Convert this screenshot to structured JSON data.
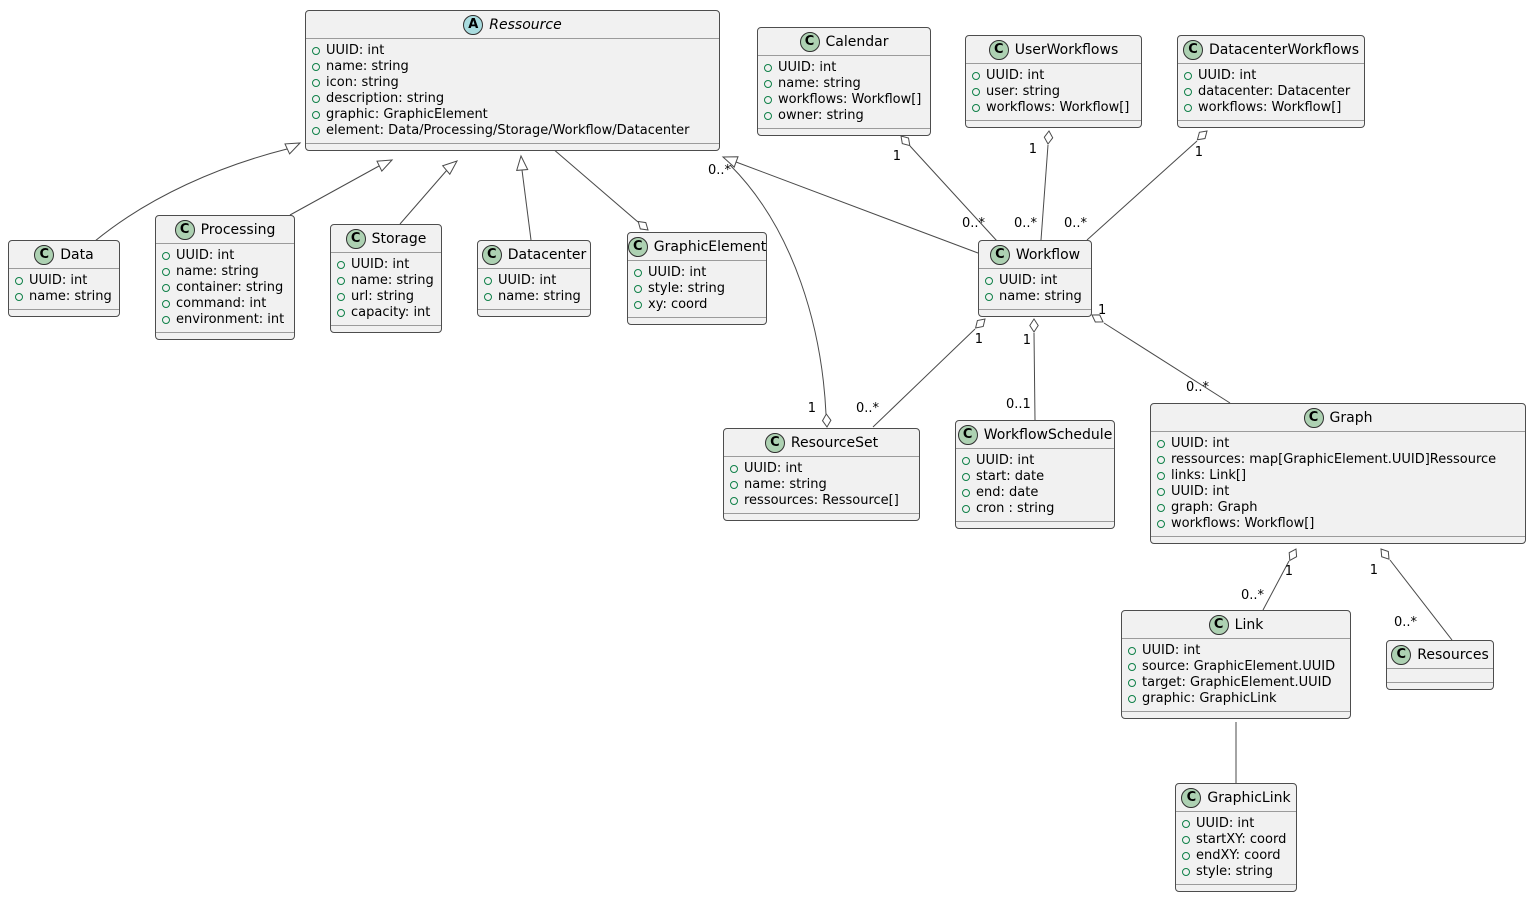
{
  "diagram": {
    "type": "uml-class-diagram"
  },
  "colors": {
    "background": "#ffffff",
    "box_fill": "#f1f1f1",
    "box_border": "#4d4d4d",
    "class_icon_fill": "#add1b2",
    "abstract_icon_fill": "#a9dcdf",
    "attribute_marker": "#0f8048",
    "line_color": "#4a4a4a",
    "text_color": "#000000"
  },
  "classes": [
    {
      "id": "ressource",
      "kind": "abstract",
      "icon_letter": "A",
      "name": "Ressource",
      "attributes": [
        "UUID: int",
        "name: string",
        "icon: string",
        "description: string",
        "graphic: GraphicElement",
        "element: Data/Processing/Storage/Workflow/Datacenter"
      ]
    },
    {
      "id": "calendar",
      "kind": "class",
      "icon_letter": "C",
      "name": "Calendar",
      "attributes": [
        "UUID: int",
        "name: string",
        "workflows: Workflow[]",
        "owner: string"
      ]
    },
    {
      "id": "userworkflows",
      "kind": "class",
      "icon_letter": "C",
      "name": "UserWorkflows",
      "attributes": [
        "UUID: int",
        "user: string",
        "workflows: Workflow[]"
      ]
    },
    {
      "id": "datacenterworkflows",
      "kind": "class",
      "icon_letter": "C",
      "name": "DatacenterWorkflows",
      "attributes": [
        "UUID: int",
        "datacenter: Datacenter",
        "workflows: Workflow[]"
      ]
    },
    {
      "id": "data",
      "kind": "class",
      "icon_letter": "C",
      "name": "Data",
      "attributes": [
        "UUID: int",
        "name: string"
      ]
    },
    {
      "id": "processing",
      "kind": "class",
      "icon_letter": "C",
      "name": "Processing",
      "attributes": [
        "UUID: int",
        "name: string",
        "container: string",
        "command: int",
        "environment: int"
      ]
    },
    {
      "id": "storage",
      "kind": "class",
      "icon_letter": "C",
      "name": "Storage",
      "attributes": [
        "UUID: int",
        "name: string",
        "url: string",
        "capacity: int"
      ]
    },
    {
      "id": "datacenter",
      "kind": "class",
      "icon_letter": "C",
      "name": "Datacenter",
      "attributes": [
        "UUID: int",
        "name: string"
      ]
    },
    {
      "id": "graphicelement",
      "kind": "class",
      "icon_letter": "C",
      "name": "GraphicElement",
      "attributes": [
        "UUID: int",
        "style: string",
        "xy: coord"
      ]
    },
    {
      "id": "workflow",
      "kind": "class",
      "icon_letter": "C",
      "name": "Workflow",
      "attributes": [
        "UUID: int",
        "name: string"
      ]
    },
    {
      "id": "resourceset",
      "kind": "class",
      "icon_letter": "C",
      "name": "ResourceSet",
      "attributes": [
        "UUID: int",
        "name: string",
        "ressources: Ressource[]"
      ]
    },
    {
      "id": "workflowschedule",
      "kind": "class",
      "icon_letter": "C",
      "name": "WorkflowSchedule",
      "attributes": [
        "UUID: int",
        "start: date",
        "end: date",
        "cron : string"
      ]
    },
    {
      "id": "graph",
      "kind": "class",
      "icon_letter": "C",
      "name": "Graph",
      "attributes": [
        "UUID: int",
        "ressources: map[GraphicElement.UUID]Ressource",
        "links: Link[]",
        "UUID: int",
        "graph: Graph",
        "workflows: Workflow[]"
      ]
    },
    {
      "id": "link",
      "kind": "class",
      "icon_letter": "C",
      "name": "Link",
      "attributes": [
        "UUID: int",
        "source: GraphicElement.UUID",
        "target: GraphicElement.UUID",
        "graphic: GraphicLink"
      ]
    },
    {
      "id": "resources",
      "kind": "class",
      "icon_letter": "C",
      "name": "Resources",
      "attributes": []
    },
    {
      "id": "graphiclink",
      "kind": "class",
      "icon_letter": "C",
      "name": "GraphicLink",
      "attributes": [
        "UUID: int",
        "startXY: coord",
        "endXY: coord",
        "style: string"
      ]
    }
  ],
  "relationships": [
    {
      "id": "data-ressource",
      "type": "inheritance",
      "from": "Data",
      "to": "Ressource",
      "from_label": "",
      "to_label": ""
    },
    {
      "id": "processing-ressource",
      "type": "inheritance",
      "from": "Processing",
      "to": "Ressource",
      "from_label": "",
      "to_label": ""
    },
    {
      "id": "storage-ressource",
      "type": "inheritance",
      "from": "Storage",
      "to": "Ressource",
      "from_label": "",
      "to_label": ""
    },
    {
      "id": "datacenter-ressource",
      "type": "inheritance",
      "from": "Datacenter",
      "to": "Ressource",
      "from_label": "",
      "to_label": ""
    },
    {
      "id": "workflow-ressource",
      "type": "inheritance",
      "from": "Workflow",
      "to": "Ressource",
      "from_label": "",
      "to_label": ""
    },
    {
      "id": "graphicelement-ressource",
      "type": "aggregation",
      "from": "GraphicElement",
      "to": "Ressource",
      "from_label": "",
      "to_label": ""
    },
    {
      "id": "resourceset-ressource",
      "type": "aggregation",
      "from": "ResourceSet",
      "to": "Ressource",
      "from_label": "1",
      "to_label": "0..*"
    },
    {
      "id": "calendar-workflow",
      "type": "aggregation",
      "from": "Calendar",
      "to": "Workflow",
      "from_label": "1",
      "to_label": "0..*"
    },
    {
      "id": "userworkflows-workflow",
      "type": "aggregation",
      "from": "UserWorkflows",
      "to": "Workflow",
      "from_label": "1",
      "to_label": "0..*"
    },
    {
      "id": "datacenterworkflows-workflow",
      "type": "aggregation",
      "from": "DatacenterWorkflows",
      "to": "Workflow",
      "from_label": "1",
      "to_label": "0..*"
    },
    {
      "id": "workflow-resourceset",
      "type": "aggregation",
      "from": "Workflow",
      "to": "ResourceSet",
      "from_label": "1",
      "to_label": "0..*"
    },
    {
      "id": "workflow-workflowschedule",
      "type": "aggregation",
      "from": "Workflow",
      "to": "WorkflowSchedule",
      "from_label": "1",
      "to_label": "0..1"
    },
    {
      "id": "workflow-graph",
      "type": "aggregation",
      "from": "Workflow",
      "to": "Graph",
      "from_label": "1",
      "to_label": "0..*"
    },
    {
      "id": "graph-link",
      "type": "aggregation",
      "from": "Graph",
      "to": "Link",
      "from_label": "1",
      "to_label": "0..*"
    },
    {
      "id": "graph-resources",
      "type": "aggregation",
      "from": "Graph",
      "to": "Resources",
      "from_label": "1",
      "to_label": "0..*"
    },
    {
      "id": "link-graphiclink",
      "type": "association",
      "from": "Link",
      "to": "GraphicLink",
      "from_label": "",
      "to_label": ""
    }
  ]
}
